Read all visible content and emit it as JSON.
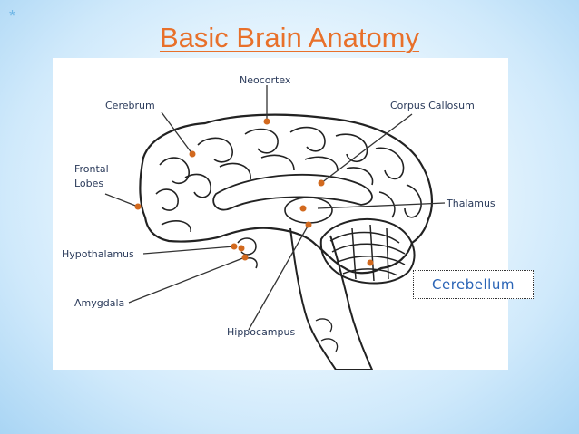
{
  "slide": {
    "title": "Basic Brain Anatomy",
    "bullet_glyph": "*"
  },
  "diagram": {
    "labels": {
      "neocortex": "Neocortex",
      "cerebrum": "Cerebrum",
      "corpus_callosum": "Corpus Callosum",
      "frontal_lobes_line1": "Frontal",
      "frontal_lobes_line2": "Lobes",
      "thalamus": "Thalamus",
      "hypothalamus": "Hypothalamus",
      "amygdala": "Amygdala",
      "hippocampus": "Hippocampus"
    },
    "callout": "Cerebellum",
    "colors": {
      "marker": "#d2691e",
      "leader": "#333333",
      "outline": "#222222",
      "label": "#2a3a5a",
      "callout_text": "#2a64b6",
      "title": "#e8702a"
    }
  }
}
